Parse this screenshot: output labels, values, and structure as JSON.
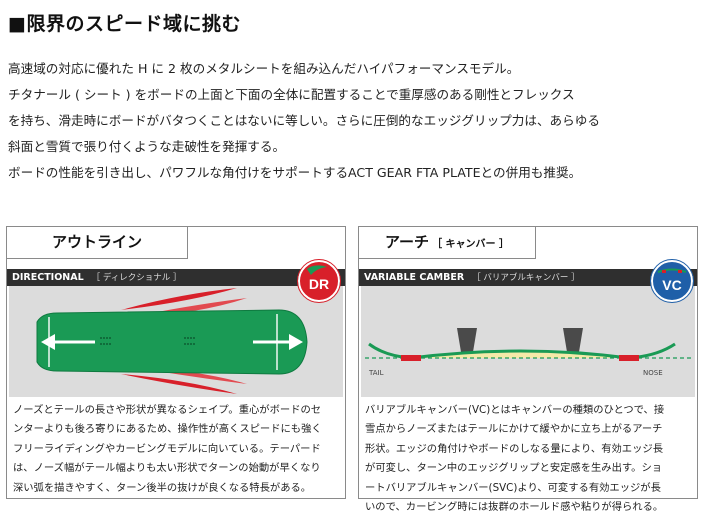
{
  "headline": "■限界のスピード域に挑む",
  "intro": [
    "高速域の対応に優れた H に 2 枚のメタルシートを組み込んだハイパフォーマンスモデル。",
    "チタナール ( シート ) をボードの上面と下面の全体に配置することで重厚感のある剛性とフレックス",
    "を持ち、滑走時にボードがバタつくことはないに等しい。さらに圧倒的なエッジグリップ力は、あらゆる",
    "斜面と雪質で張り付くような走破性を発揮する。",
    "ボードの性能を引き出し、パワフルな角付けをサポートするACT GEAR FTA PLATEとの併用も推奨。"
  ],
  "outline": {
    "title": "アウトライン",
    "type_en": "DIRECTIONAL",
    "type_jp": "［ ディレクショナル ］",
    "badge": "DR",
    "desc": [
      "ノーズとテールの長さや形状が異なるシェイプ。重心がボードのセ",
      "ンターよりも後ろ寄りにあるため、操作性が高くスピードにも強く",
      "フリーライディングやカービングモデルに向いている。テーパード",
      "は、ノーズ幅がテール幅よりも太い形状でターンの始動が早くなり",
      "深い弧を描きやすく、ターン後半の抜けが良くなる特長がある。"
    ]
  },
  "arch": {
    "title": "アーチ",
    "title_sub": "［ キャンバー ］",
    "type_en": "VARIABLE CAMBER",
    "type_jp": "［ バリアブルキャンバー ］",
    "badge": "VC",
    "tail_label": "TAIL",
    "nose_label": "NOSE",
    "desc": [
      "バリアブルキャンバー(VC)とはキャンバーの種類のひとつで、接",
      "雪点からノーズまたはテールにかけて緩やかに立ち上がるアーチ",
      "形状。エッジの角付けやボードのしなる量により、有効エッジ長",
      "が可変し、ターン中のエッジグリップと安定感を生み出す。ショ",
      "ートバリアブルキャンバー(SVC)より、可変する有効エッジが長",
      "いので、カービング時には抜群のホールド感や粘りが得られる。"
    ]
  },
  "colors": {
    "board_green": "#1a9a55",
    "accent_red": "#d8202a",
    "badge_blue": "#1f5fa8",
    "strip_dark": "#2f2f2f",
    "panel_gray": "#dcdcdc"
  }
}
